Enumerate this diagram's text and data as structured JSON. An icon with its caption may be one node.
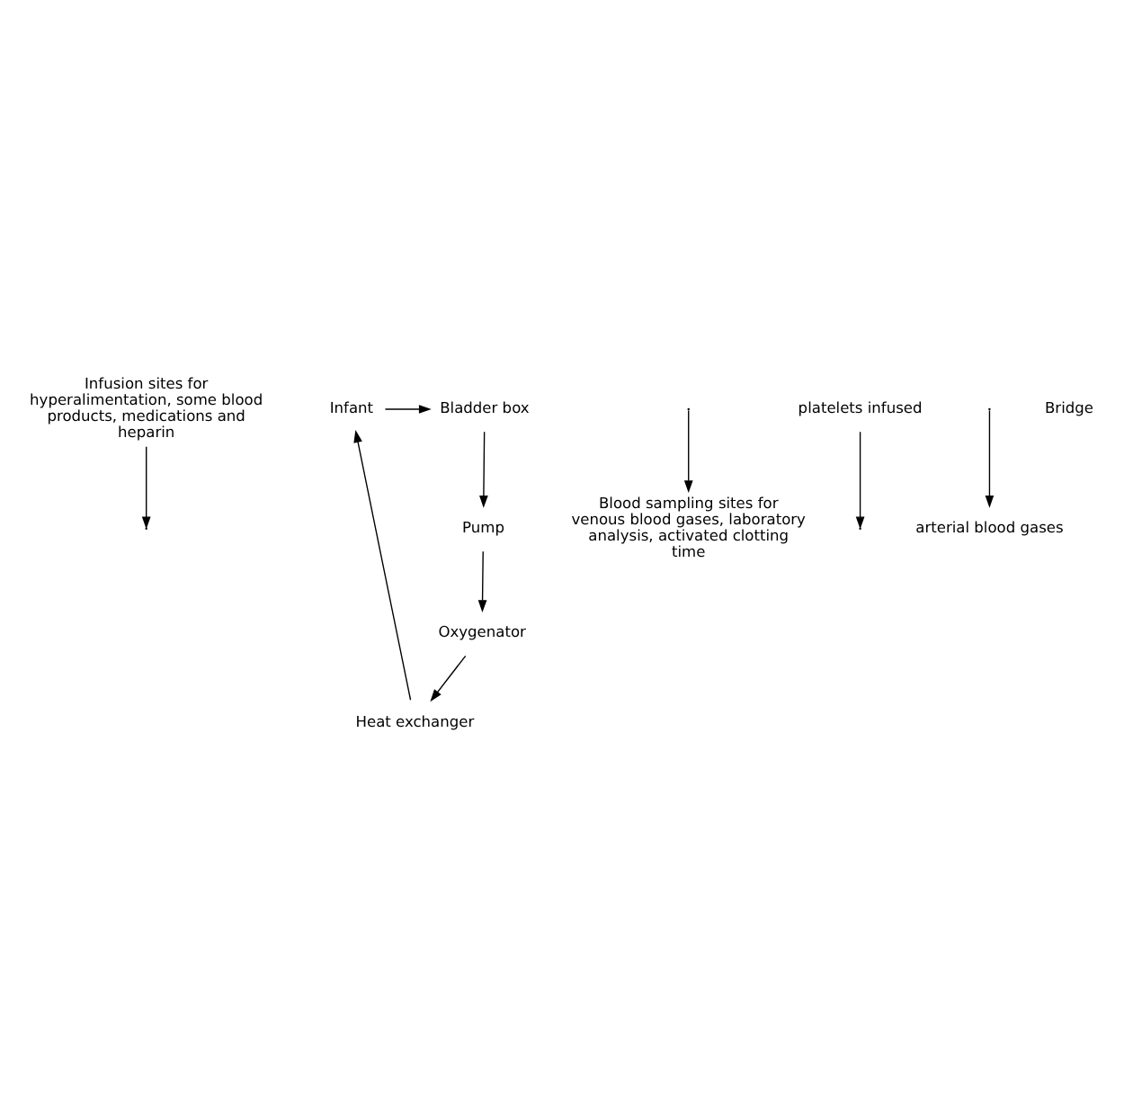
{
  "diagram": {
    "nodes": [
      {
        "text": [
          "Infusion sites for hyperalimentation, some blood products, medications and heparin"
        ]
      },
      {
        "text": [
          "Infant"
        ]
      },
      {
        "text": [
          "Bladder box"
        ]
      },
      {
        "text": [
          "Pump"
        ]
      },
      {
        "text": [
          "Oxygenator"
        ]
      },
      {
        "text": [
          "Heat exchanger"
        ]
      },
      {
        "text": [
          "Blood sampling sites for venous blood gases, laboratory analysis, activated clotting time"
        ]
      },
      {
        "text": [
          "platelets infused"
        ]
      },
      {
        "text": [
          "arterial blood gases"
        ]
      }
    ],
    "edges": [
      {
        "from": 1,
        "to": 2,
        "arrow": "to"
      },
      {
        "from": 2,
        "to": 3,
        "arrow": "to"
      },
      {
        "from": 3,
        "to": 4,
        "arrow": "to"
      },
      {
        "from": 4,
        "to": 5,
        "arrow": "to"
      },
      {
        "from": 5,
        "to": 1,
        "arrow": "to"
      },
      {
        "from": 0,
        "to": null,
        "arrow": "to"
      },
      {
        "from": null,
        "to": 6,
        "arrow": "to"
      },
      {
        "from": 7,
        "to": null,
        "arrow": "to"
      },
      {
        "from": null,
        "to": 8,
        "arrow": "to"
      }
    ],
    "labels": [
      "Bridge"
    ]
  }
}
